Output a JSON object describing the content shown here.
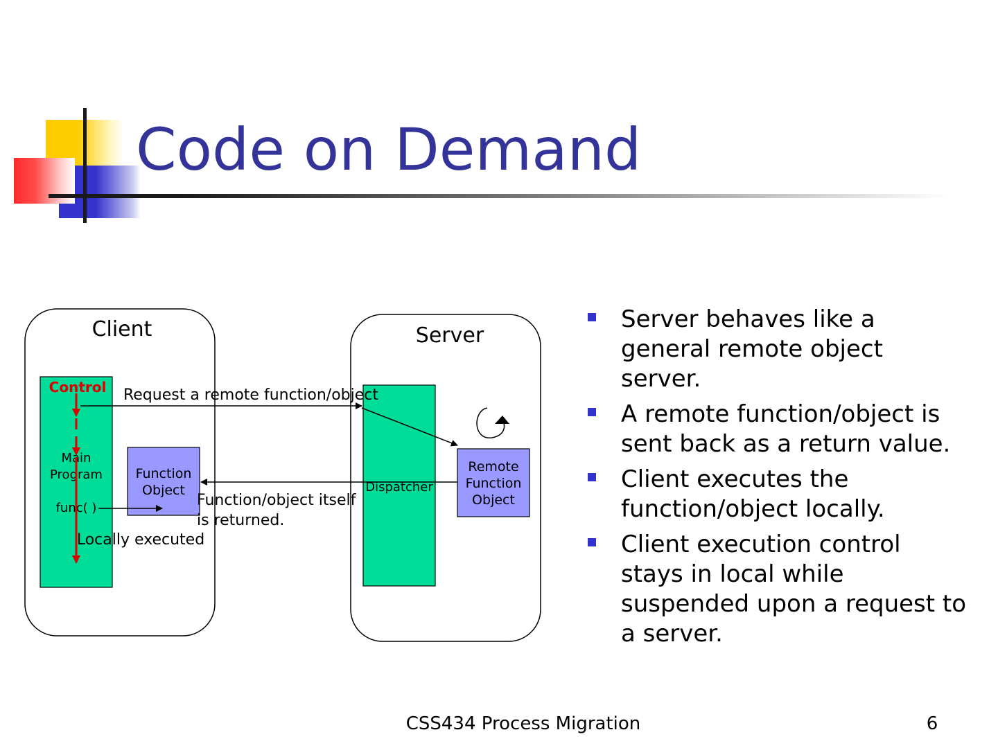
{
  "slide": {
    "title": "Code on Demand",
    "bullets": [
      "Server behaves like a\ngeneral remote object\nserver.",
      "A remote function/object is\nsent back as a return value.",
      "Client executes the\nfunction/object locally.",
      "Client execution control\nstays in local while\nsuspended upon a request to\n a server."
    ],
    "footer": "CSS434 Process Migration",
    "page_number": "6"
  },
  "diagram": {
    "client_label": "Client",
    "server_label": "Server",
    "control_label": "Control",
    "main_program_line1": "Main",
    "main_program_line2": "Program",
    "func_call_label": "func( )",
    "function_object_line1": "Function",
    "function_object_line2": "Object",
    "request_label": "Request a remote function/object",
    "returned_line1": "Function/object itself",
    "returned_line2": "is returned.",
    "locally_executed_label": "Locally executed",
    "dispatcher_label": "Dispatcher",
    "remote_line1": "Remote",
    "remote_line2": "Function",
    "remote_line3": "Object"
  },
  "colors": {
    "title": "#333399",
    "bullet": "#3333cc",
    "green_box": "#00dd99",
    "purple_box": "#9999ff",
    "control": "#dd0000"
  }
}
